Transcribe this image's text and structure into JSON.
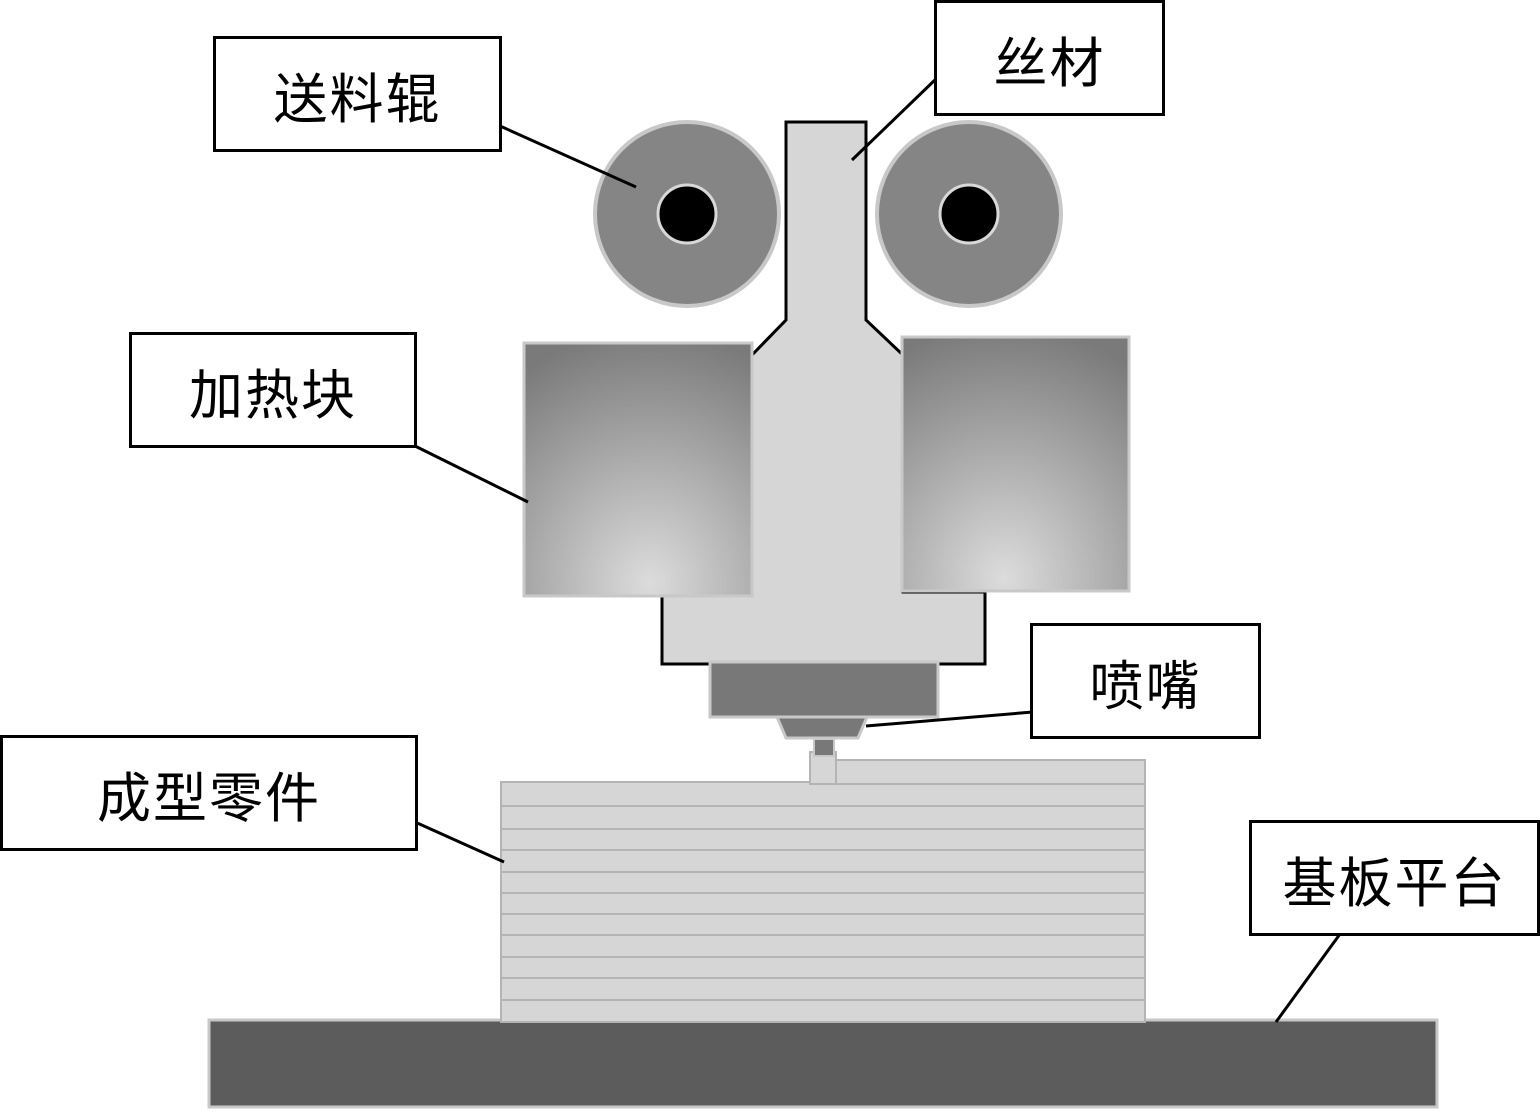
{
  "labels": {
    "feed_roller": "送料辊",
    "filament": "丝材",
    "heating_block": "加热块",
    "nozzle": "喷嘴",
    "formed_part": "成型零件",
    "substrate_platform": "基板平台"
  },
  "colors": {
    "roller_fill": "#858585",
    "roller_edge": "#c8c8c8",
    "hub": "#000000",
    "hub_ring": "#d8d8d8",
    "filament_fill": "#d6d6d6",
    "heater_dark": "#7a7a7a",
    "heater_light": "#dcdcdc",
    "nozzle_fill": "#787878",
    "part_fill": "#d6d6d6",
    "part_lines": "#b4b4b4",
    "platform_fill": "#5c5c5c",
    "line": "#000000"
  }
}
